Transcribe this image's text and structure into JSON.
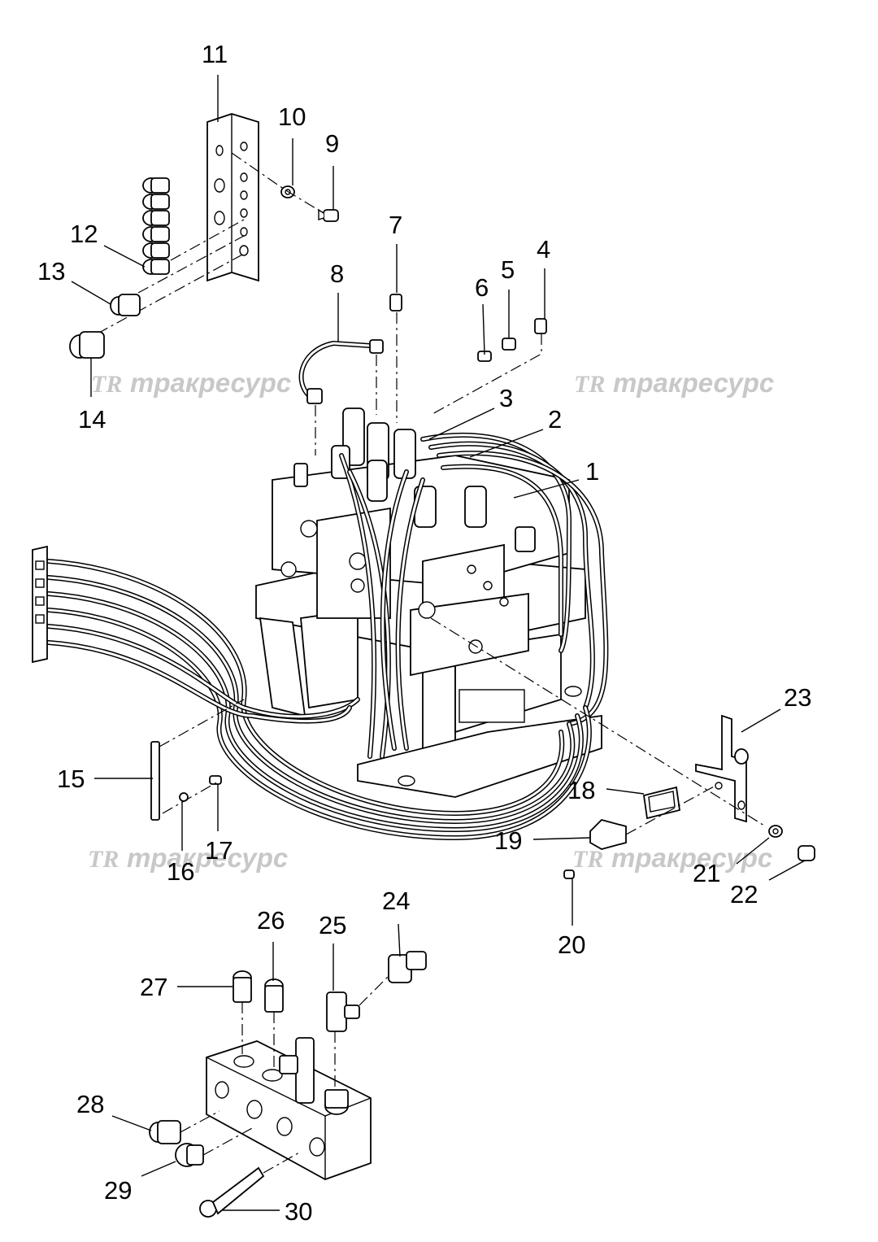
{
  "callouts": {
    "c1": "1",
    "c2": "2",
    "c3": "3",
    "c4": "4",
    "c5": "5",
    "c6": "6",
    "c7": "7",
    "c8": "8",
    "c9": "9",
    "c10": "10",
    "c11": "11",
    "c12": "12",
    "c13": "13",
    "c14": "14",
    "c15": "15",
    "c16": "16",
    "c17": "17",
    "c18": "18",
    "c19": "19",
    "c20": "20",
    "c21": "21",
    "c22": "22",
    "c23": "23",
    "c24": "24",
    "c25": "25",
    "c26": "26",
    "c27": "27",
    "c28": "28",
    "c29": "29",
    "c30": "30"
  },
  "watermark": {
    "logo": "TR",
    "text": "тракресурс"
  }
}
